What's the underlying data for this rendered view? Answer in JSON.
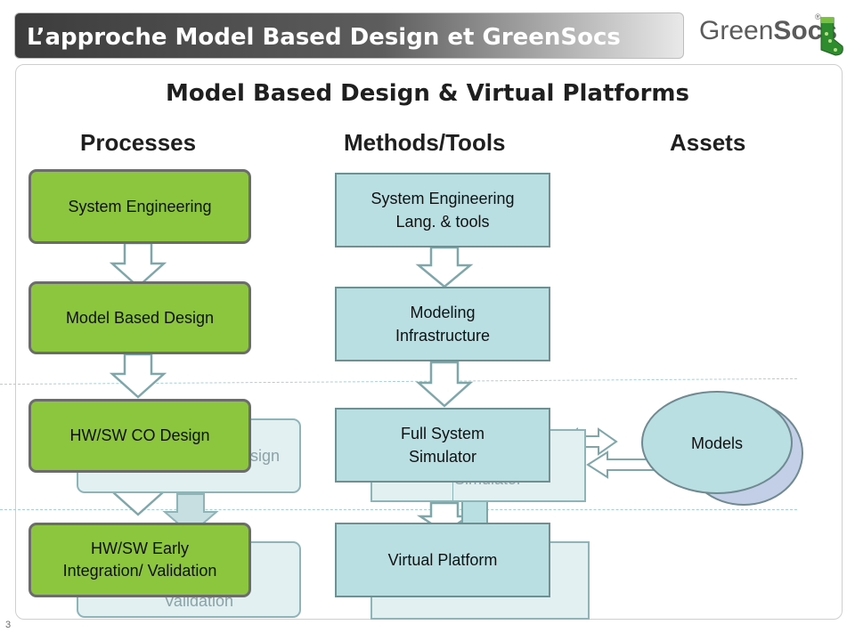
{
  "header": {
    "title": "L’approche Model Based Design et GreenSocs",
    "logo_text_regular": "Green",
    "logo_text_bold": "Socs",
    "logo_mark": "®",
    "logo_icon": "green-sock-icon"
  },
  "slide": {
    "title": "Model Based Design & Virtual Platforms",
    "columns": {
      "processes": "Processes",
      "methods": "Methods/Tools",
      "assets": "Assets"
    },
    "processes": {
      "system_engineering": "System Engineering",
      "model_based_design": "Model Based Design",
      "hwsw_co_design": "HW/SW CO Design",
      "hwsw_early_integration": "HW/SW Early Integration/ Validation"
    },
    "shadow_labels": {
      "co_design_fragment": "sign",
      "validation_fragment": "Validation",
      "simulator_fragment": "Simulator"
    },
    "methods": {
      "system_engineering_tools": "System Engineering Lang. & tools",
      "modeling_infrastructure": "Modeling Infrastructure",
      "full_system_simulator": "Full System Simulator",
      "virtual_platform": "Virtual Platform"
    },
    "assets": {
      "models": "Models"
    },
    "page_number": "3"
  },
  "colors": {
    "process_fill": "#8cc63f",
    "method_fill": "#b9dfe3",
    "asset_front_fill": "#b9dfe3",
    "asset_back_fill": "#c3cfe6",
    "arrow_fill": "#ffffff",
    "arrow_stroke": "#7fa7aa",
    "connector_fill": "#b9dfe3"
  }
}
